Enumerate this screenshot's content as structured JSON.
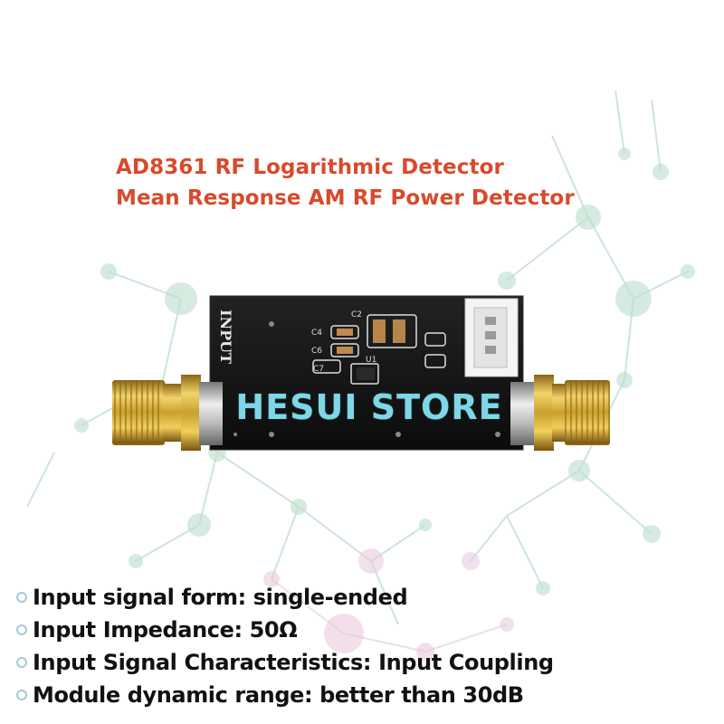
{
  "title": {
    "line1": "AD8361 RF Logarithmic Detector",
    "line2": "Mean Response AM RF Power Detector"
  },
  "board": {
    "silkscreen_input": "INPUT",
    "c2": "C2",
    "c4": "C4",
    "c6": "C6",
    "c7": "C7",
    "u1": "U1"
  },
  "watermark": "HESUI STORE",
  "specs": [
    "Input signal form: single-ended",
    "Input Impedance: 50Ω",
    "Input Signal Characteristics: Input Coupling",
    "Module dynamic range: better than 30dB"
  ],
  "colors": {
    "title": "#d84a2b",
    "watermark": "#7fd6e6",
    "pcb": "#151515",
    "gold": "#c9a02e"
  }
}
